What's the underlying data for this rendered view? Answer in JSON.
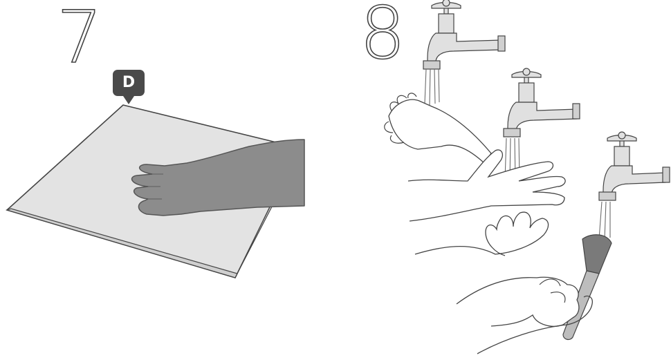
{
  "steps": [
    {
      "number": "7",
      "badge": "D"
    },
    {
      "number": "8"
    }
  ],
  "colors": {
    "outline": "#444444",
    "board_fill": "#e3e3e3",
    "arm_fill": "#8c8c8c",
    "badge_fill": "#4a4a4a",
    "tap_fill": "#e0e0e0",
    "water": "#6a6a6a"
  },
  "icons": [
    "work-surface",
    "gloved-arm-icon",
    "faucet-icon",
    "hands-icon",
    "brush-icon"
  ]
}
